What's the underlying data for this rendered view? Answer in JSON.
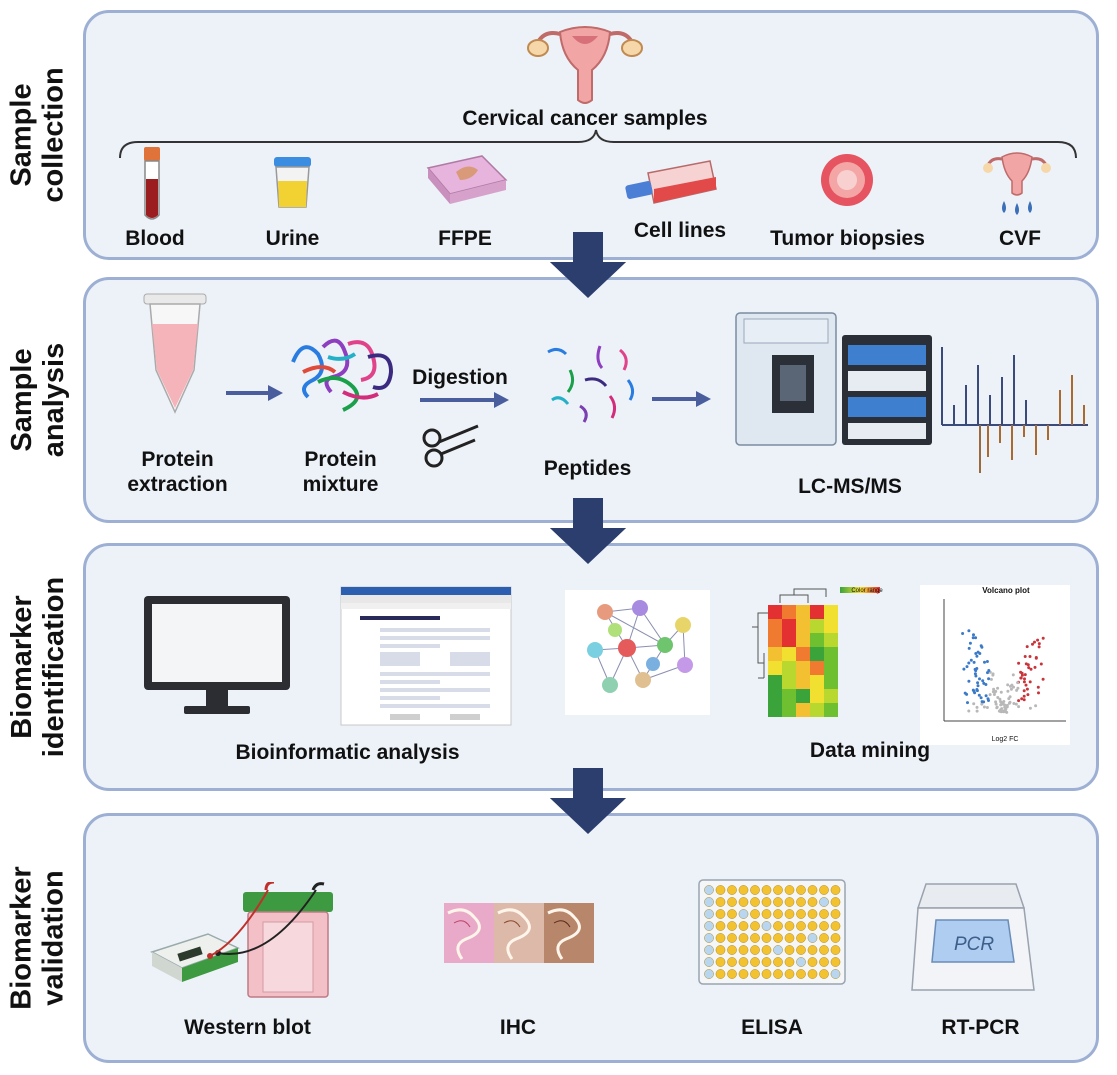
{
  "stages": [
    {
      "title_line1": "Sample",
      "title_line2": "collection",
      "heading": "Cervical cancer samples",
      "items": [
        "Blood",
        "Urine",
        "FFPE",
        "Cell lines",
        "Tumor biopsies",
        "CVF"
      ]
    },
    {
      "title_line1": "Sample",
      "title_line2": "analysis",
      "items": [
        "Protein\nextraction",
        "Protein\nmixture",
        "Peptides",
        "LC-MS/MS"
      ],
      "step_label": "Digestion"
    },
    {
      "title_line1": "Biomarker",
      "title_line2": "identification",
      "items": [
        "Bioinformatic analysis",
        "Data mining"
      ],
      "volcano_title": "Volcano plot",
      "volcano_xlabel": "Log2 FC",
      "heatmap_legend": "Color range"
    },
    {
      "title_line1": "Biomarker",
      "title_line2": "validation",
      "items": [
        "Western blot",
        "IHC",
        "ELISA",
        "RT-PCR"
      ],
      "pcr_screen": "PCR"
    }
  ],
  "colors": {
    "panel_fill": "#edf2f9",
    "panel_border": "#9db0d3",
    "flow_arrow": "#2c3e6e",
    "inline_arrow": "#4a5d9c"
  }
}
